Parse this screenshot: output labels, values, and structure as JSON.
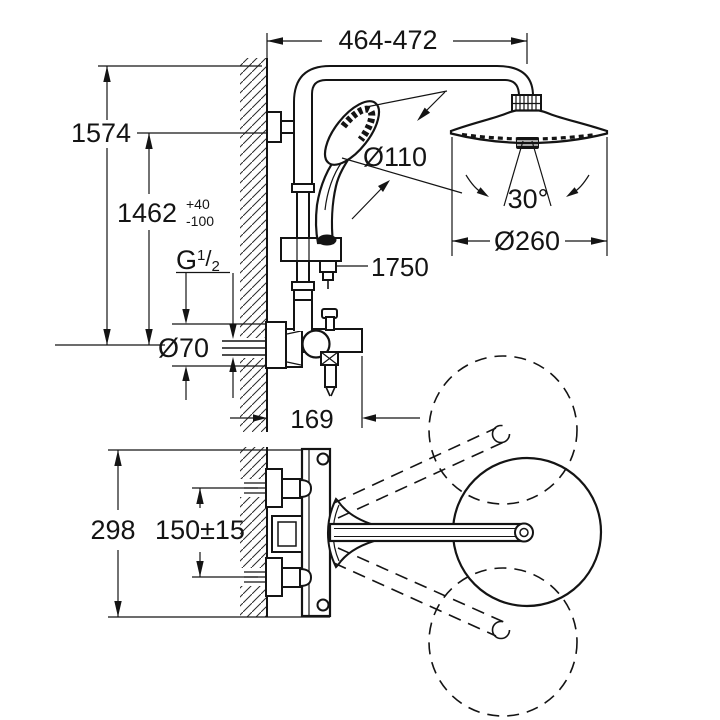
{
  "drawing": {
    "description": "shower-system-dimension-drawing",
    "dimensions": {
      "width_range": "464-472",
      "total_height": "1574",
      "rail_height": "1462",
      "rail_height_tol_plus": "+40",
      "rail_height_tol_minus": "-100",
      "thread_label_g": "G",
      "thread_label_num": "1",
      "thread_label_slash": "/",
      "thread_label_den": "2",
      "escutcheon_diameter": "Ø70",
      "hand_shower_diameter": "Ø110",
      "hose_length": "1750",
      "head_shower_diameter": "Ø260",
      "swivel_angle": "30°",
      "valve_projection": "169",
      "plan_width": "298",
      "inlet_spacing": "150±15"
    },
    "colors": {
      "line": "#141414",
      "background": "#ffffff"
    }
  }
}
